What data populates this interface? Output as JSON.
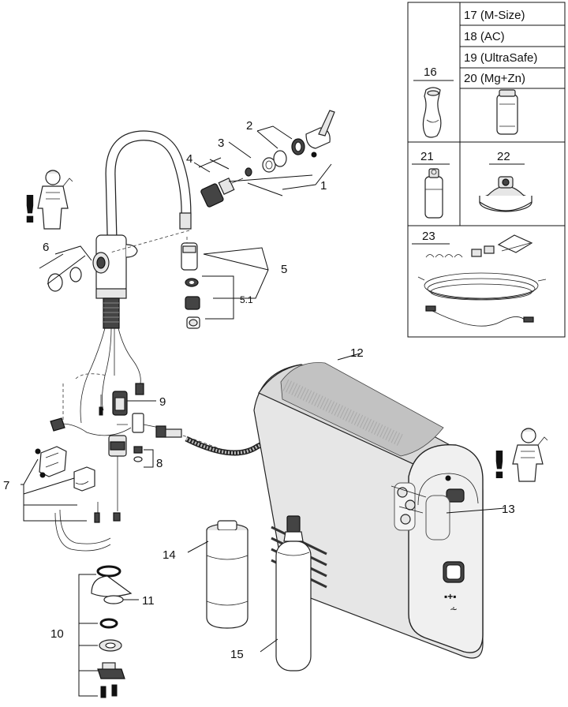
{
  "callouts": {
    "c1": "1",
    "c2": "2",
    "c3": "3",
    "c4": "4",
    "c5": "5",
    "c5_1": "5.1",
    "c6": "6",
    "c7": "7",
    "c8": "8",
    "c9": "9",
    "c10": "10",
    "c11": "11",
    "c12": "12",
    "c13": "13",
    "c14": "14",
    "c15": "15"
  },
  "accessory_box": {
    "n16": "16",
    "filters": [
      "17 (M-Size)",
      "18 (AC)",
      "19 (UltraSafe)",
      "20 (Mg+Zn)"
    ],
    "n21": "21",
    "n22": "22",
    "n23": "23"
  },
  "warning_glyph": "!",
  "icons": [
    "installer-warning-icon",
    "installer-warning-icon"
  ]
}
